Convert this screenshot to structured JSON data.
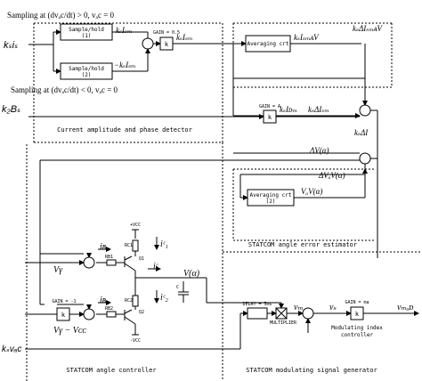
{
  "diagram": {
    "inputs": {
      "current": "kₛiₛ",
      "bus_voltage": "k₂Bₛ",
      "ac_voltage": "kₛvₐc"
    },
    "sampling_upper": "Sampling at (dvₐc/dt) > 0, vₐc = 0",
    "sampling_lower": "Sampling at (dvₐc/dt) < 0, vₐc = 0",
    "sample_hold_1": [
      "Sample/hold",
      "(1)"
    ],
    "sample_hold_2": [
      "Sample/hold",
      "(2)"
    ],
    "sh1_output": "kₛIₛₘ",
    "sh2_output": "−kₛIₛₘ",
    "sum_out_k_in": "kₛIₛₘ",
    "gain_05": "GAIN = 0.5",
    "k_label": "k",
    "averaging_1": "Averaging crt",
    "avg1_output": "kₛIₛₘᴀV",
    "delta_avg": "kₛΔIₛₘᴀV",
    "gain_a": "GAIN = A",
    "i_dm": "kₛIᴅₘ",
    "delta_ism": "kₛΔIₛₘ",
    "delta_i": "kₛΔI",
    "section_current": "Current amplitude and phase detector",
    "delta_v": "ΔV(α)",
    "delta_v_av": "ΔVₐV(α)",
    "averaging_2": [
      "Averaging crt",
      "(2)"
    ],
    "v_av": "VₐV(α)",
    "section_error": "STATCOM angle error estimator",
    "vcc_top": "+VCC",
    "vcc_bottom": "-VCC",
    "rc1": "RC1",
    "rc2": "RC2",
    "rb1": "RB1",
    "rb2": "RB2",
    "q1": "Q1",
    "q2": "Q2",
    "ic1": "iᶜ₁",
    "ic2": "iᶜ₂",
    "ic": "iᶜ",
    "ib1": "iʙ₁",
    "ib2": "iʙ₂",
    "v_alpha": "V(α)",
    "cap_c": "C",
    "v_gamma": "Vγ",
    "v_gamma_vcc": "Vγ − Vᴄᴄ",
    "gain_neg1": "GAIN = -1",
    "section_angle": "STATCOM angle controller",
    "delay": "DELAY = 5ms",
    "multiplier": "MULTIPLIER",
    "v_m": "vₘ",
    "v_s": "vₛ",
    "gain_ma": "GAIN = ma",
    "modulating_index": [
      "Modulating index",
      "controller"
    ],
    "v_mod": "vₘₒᴅ",
    "section_mod": "STATCOM modulating signal generator"
  }
}
